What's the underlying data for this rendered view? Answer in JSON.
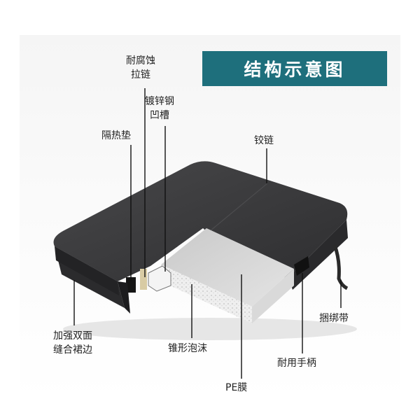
{
  "title": "结构示意图",
  "colors": {
    "title_bg": "#1e6f7c",
    "cover": "#3a3a3c",
    "foam": "#d6d6d6",
    "leader_line": "#111111"
  },
  "labels": {
    "zipper": [
      "耐腐蚀",
      "拉链"
    ],
    "channel": [
      "镀锌钢",
      "凹槽"
    ],
    "insulation_pad": "隔热垫",
    "hinge": "铰链",
    "strap": "捆绑带",
    "skirt": [
      "加强双面",
      "缝合裙边"
    ],
    "tapered_foam": "锥形泡沫",
    "handle": "耐用手柄",
    "pe_film": "PE膜"
  }
}
